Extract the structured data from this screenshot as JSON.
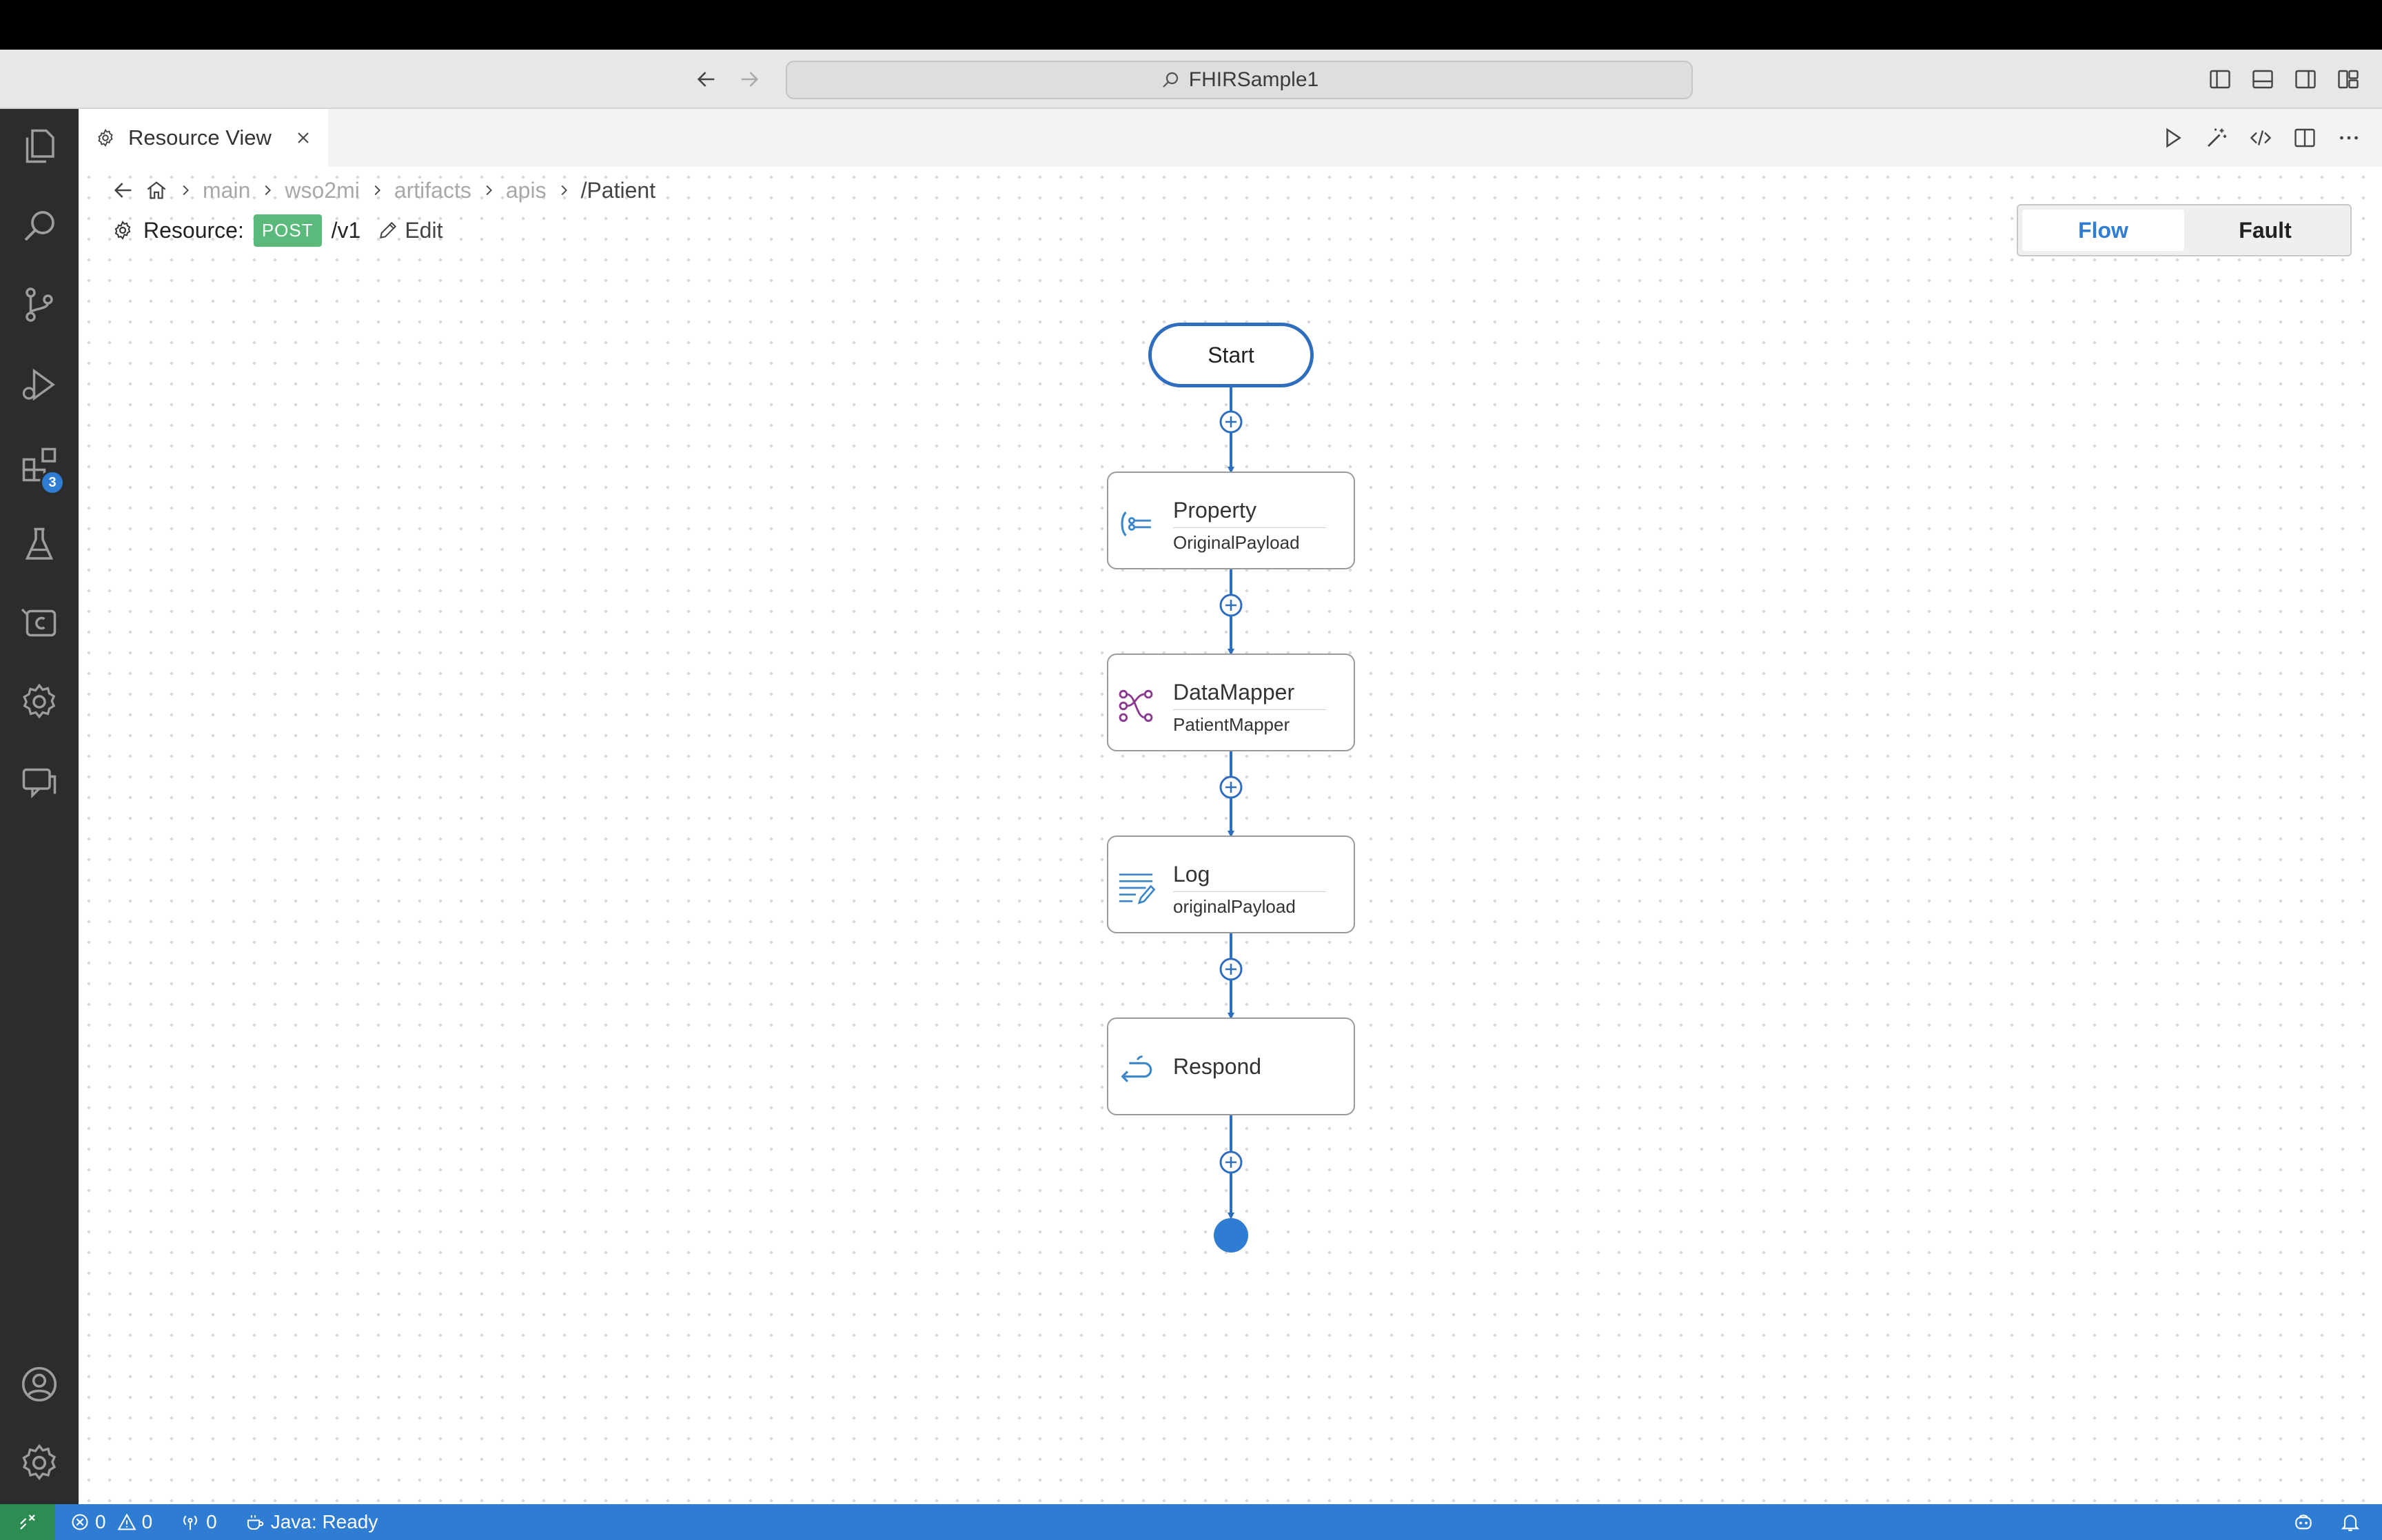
{
  "window": {
    "search_title": "FHIRSample1"
  },
  "activity_bar": {
    "extensions_badge": "3"
  },
  "tab": {
    "label": "Resource View"
  },
  "breadcrumb": {
    "items": [
      "main",
      "wso2mi",
      "artifacts",
      "apis",
      "/Patient"
    ]
  },
  "resource": {
    "label": "Resource:",
    "method": "POST",
    "path": "/v1",
    "edit_label": "Edit"
  },
  "view_toggle": {
    "flow_label": "Flow",
    "fault_label": "Fault",
    "selected": "Flow"
  },
  "flow": {
    "start_label": "Start",
    "nodes": [
      {
        "title": "Property",
        "subtitle": "OriginalPayload"
      },
      {
        "title": "DataMapper",
        "subtitle": "PatientMapper"
      },
      {
        "title": "Log",
        "subtitle": "originalPayload"
      },
      {
        "title": "Respond",
        "subtitle": ""
      }
    ]
  },
  "status_bar": {
    "errors": "0",
    "warnings": "0",
    "ports": "0",
    "java_status": "Java: Ready"
  },
  "colors": {
    "accent": "#2f7cd3",
    "flow_line": "#2f6ebf",
    "method_post": "#5bb97b",
    "activity_bar": "#2c2c2c",
    "datamapper_icon": "#8a3a8f"
  }
}
